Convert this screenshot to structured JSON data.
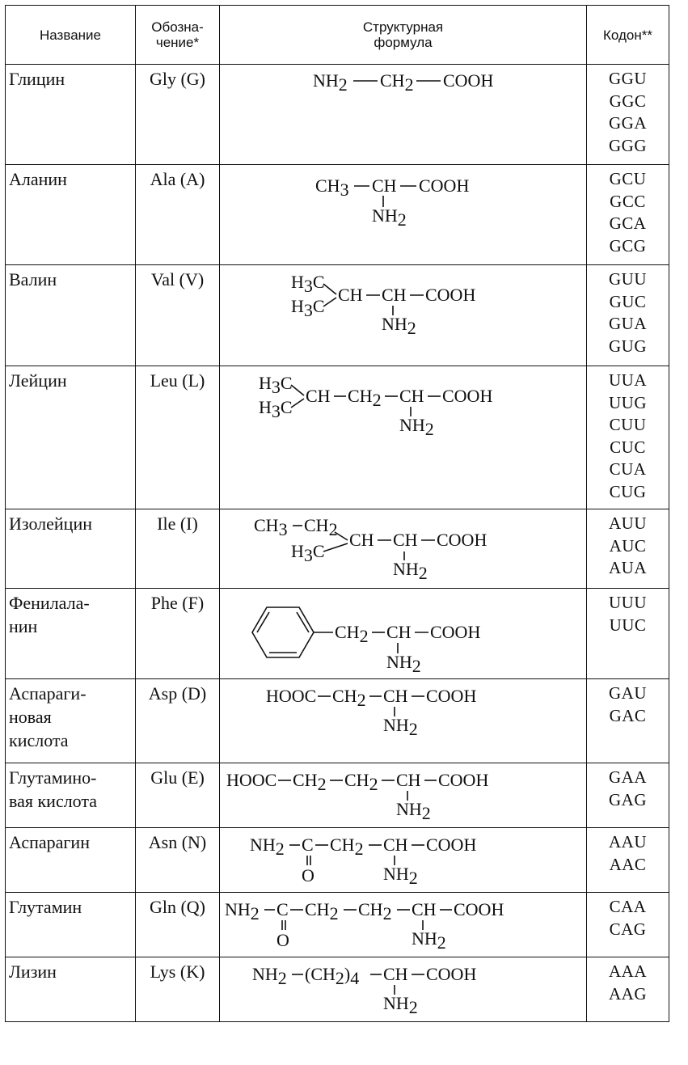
{
  "headers": {
    "name": "Название",
    "abbr": "Обозна-\nчение*",
    "formula": "Структурная\nформула",
    "codon": "Кодон**"
  },
  "rows": [
    {
      "name": "Глицин",
      "abbr": "Gly (G)",
      "codons": [
        "GGU",
        "GGC",
        "GGA",
        "GGG"
      ]
    },
    {
      "name": "Аланин",
      "abbr": "Ala (A)",
      "codons": [
        "GCU",
        "GCC",
        "GCA",
        "GCG"
      ]
    },
    {
      "name": "Валин",
      "abbr": "Val (V)",
      "codons": [
        "GUU",
        "GUC",
        "GUA",
        "GUG"
      ]
    },
    {
      "name": "Лейцин",
      "abbr": "Leu (L)",
      "codons": [
        "UUA",
        "UUG",
        "CUU",
        "CUC",
        "CUA",
        "CUG"
      ]
    },
    {
      "name": "Изолейцин",
      "abbr": "Ile (I)",
      "codons": [
        "AUU",
        "AUC",
        "AUA"
      ]
    },
    {
      "name": "Фенилала-\nнин",
      "abbr": "Phe (F)",
      "codons": [
        "UUU",
        "UUC"
      ]
    },
    {
      "name": "Аспараги-\nновая\nкислота",
      "abbr": "Asp  (D)",
      "codons": [
        "GAU",
        "GAC"
      ]
    },
    {
      "name": "Глутамино-\nвая кислота",
      "abbr": "Glu (E)",
      "codons": [
        "GAA",
        "GAG"
      ]
    },
    {
      "name": "Аспарагин",
      "abbr": "Asn (N)",
      "codons": [
        "AAU",
        "AAC"
      ]
    },
    {
      "name": "Глутамин",
      "abbr": "Gln (Q)",
      "codons": [
        "CAA",
        "CAG"
      ]
    },
    {
      "name": "Лизин",
      "abbr": "Lys (K)",
      "codons": [
        "AAA",
        "AAG"
      ]
    }
  ],
  "atoms": {
    "nh2": "NH",
    "ch2": "CH",
    "ch3": "CH",
    "ch": "CH",
    "cooh": "COOH",
    "h3c": "H",
    "c": "C",
    "o": "O",
    "hooc": "HOOC",
    "ch2_4": "(CH",
    "sub2": "2",
    "sub3": "3",
    "sub4": "4",
    "paren_close": ")"
  }
}
